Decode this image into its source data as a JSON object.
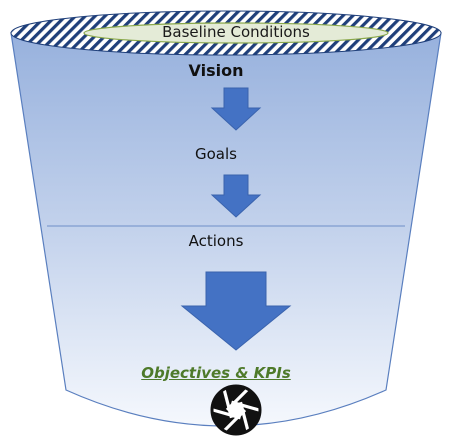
{
  "diagram": {
    "rim_label": "Baseline Conditions",
    "stages": [
      {
        "label": "Vision"
      },
      {
        "label": "Goals"
      },
      {
        "label": "Actions"
      }
    ],
    "outcome_label": "Objectives & KPIs",
    "outcome_icon": "camera-aperture-icon",
    "colors": {
      "funnel_top": "#9db5df",
      "funnel_bottom": "#f4f7fc",
      "funnel_outline": "#5a7fbf",
      "arrow_fill": "#4472c4",
      "rim_hatch": "#1f3f7a",
      "rim_inner_fill": "#e4ebd7",
      "rim_inner_outline": "#8aa84a",
      "outcome_text": "#4e7a2a"
    }
  }
}
